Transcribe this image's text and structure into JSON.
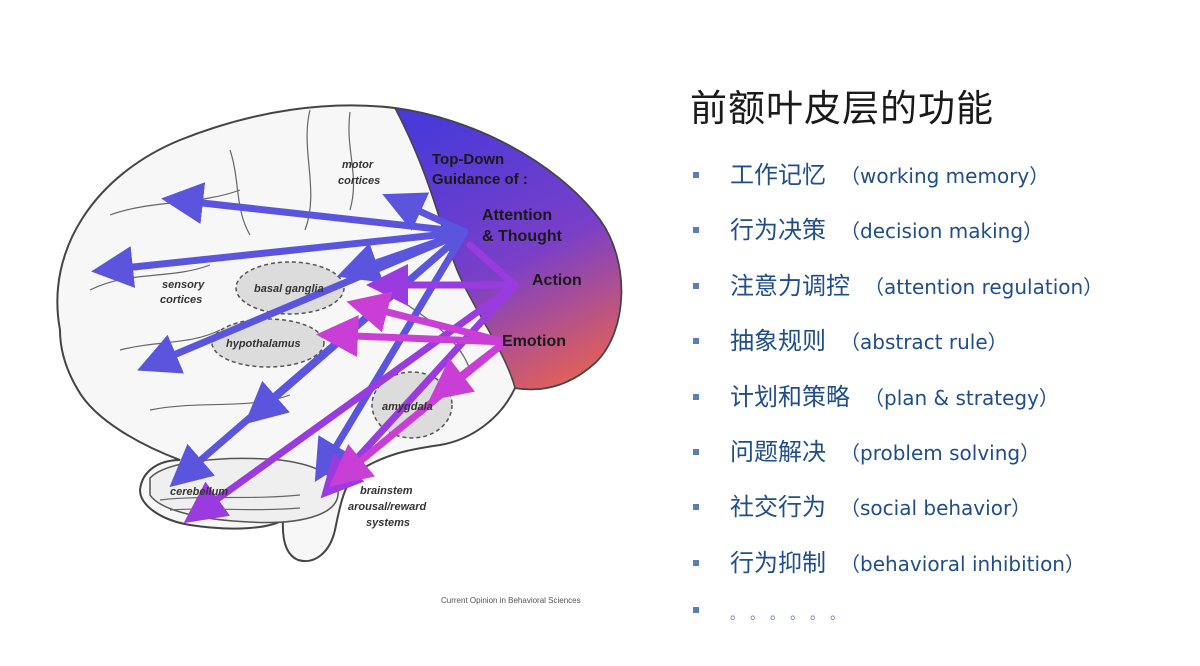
{
  "figure": {
    "labels": {
      "top_down_1": "Top-Down",
      "top_down_2": "Guidance of :",
      "attention_1": "Attention",
      "attention_2": "& Thought",
      "action": "Action",
      "emotion": "Emotion",
      "motor_1": "motor",
      "motor_2": "cortices",
      "sensory_1": "sensory",
      "sensory_2": "cortices",
      "basal_ganglia": "basal ganglia",
      "hypothalamus": "hypothalamus",
      "amygdala": "amygdala",
      "cerebellum": "cerebellum",
      "brainstem_1": "brainstem",
      "brainstem_2": "arousal/reward",
      "brainstem_3": "systems"
    },
    "source": "Current Opinion in Behavioral Sciences",
    "colors": {
      "arrow_blue": "#5b55de",
      "arrow_purple": "#9a3be0",
      "arrow_magenta": "#c93fd6",
      "pfc_top": "#4a3ad8",
      "pfc_bottom": "#e0605a",
      "region_fill": "#dcdcdc"
    }
  },
  "panel": {
    "title": "前额叶皮层的功能",
    "items": [
      {
        "zh": "工作记忆",
        "en": "（working memory）"
      },
      {
        "zh": "行为决策",
        "en": "（decision making）"
      },
      {
        "zh": "注意力调控",
        "en": "（attention regulation）"
      },
      {
        "zh": "抽象规则",
        "en": "（abstract rule）"
      },
      {
        "zh": "计划和策略",
        "en": "（plan & strategy）"
      },
      {
        "zh": "问题解决",
        "en": "（problem solving）"
      },
      {
        "zh": "社交行为",
        "en": "（social behavior）"
      },
      {
        "zh": "行为抑制",
        "en": "（behavioral inhibition）"
      }
    ],
    "ellipsis": "。。。。。。",
    "bullet_color": "#5a7fb5",
    "text_color": "#1f4e8a"
  }
}
